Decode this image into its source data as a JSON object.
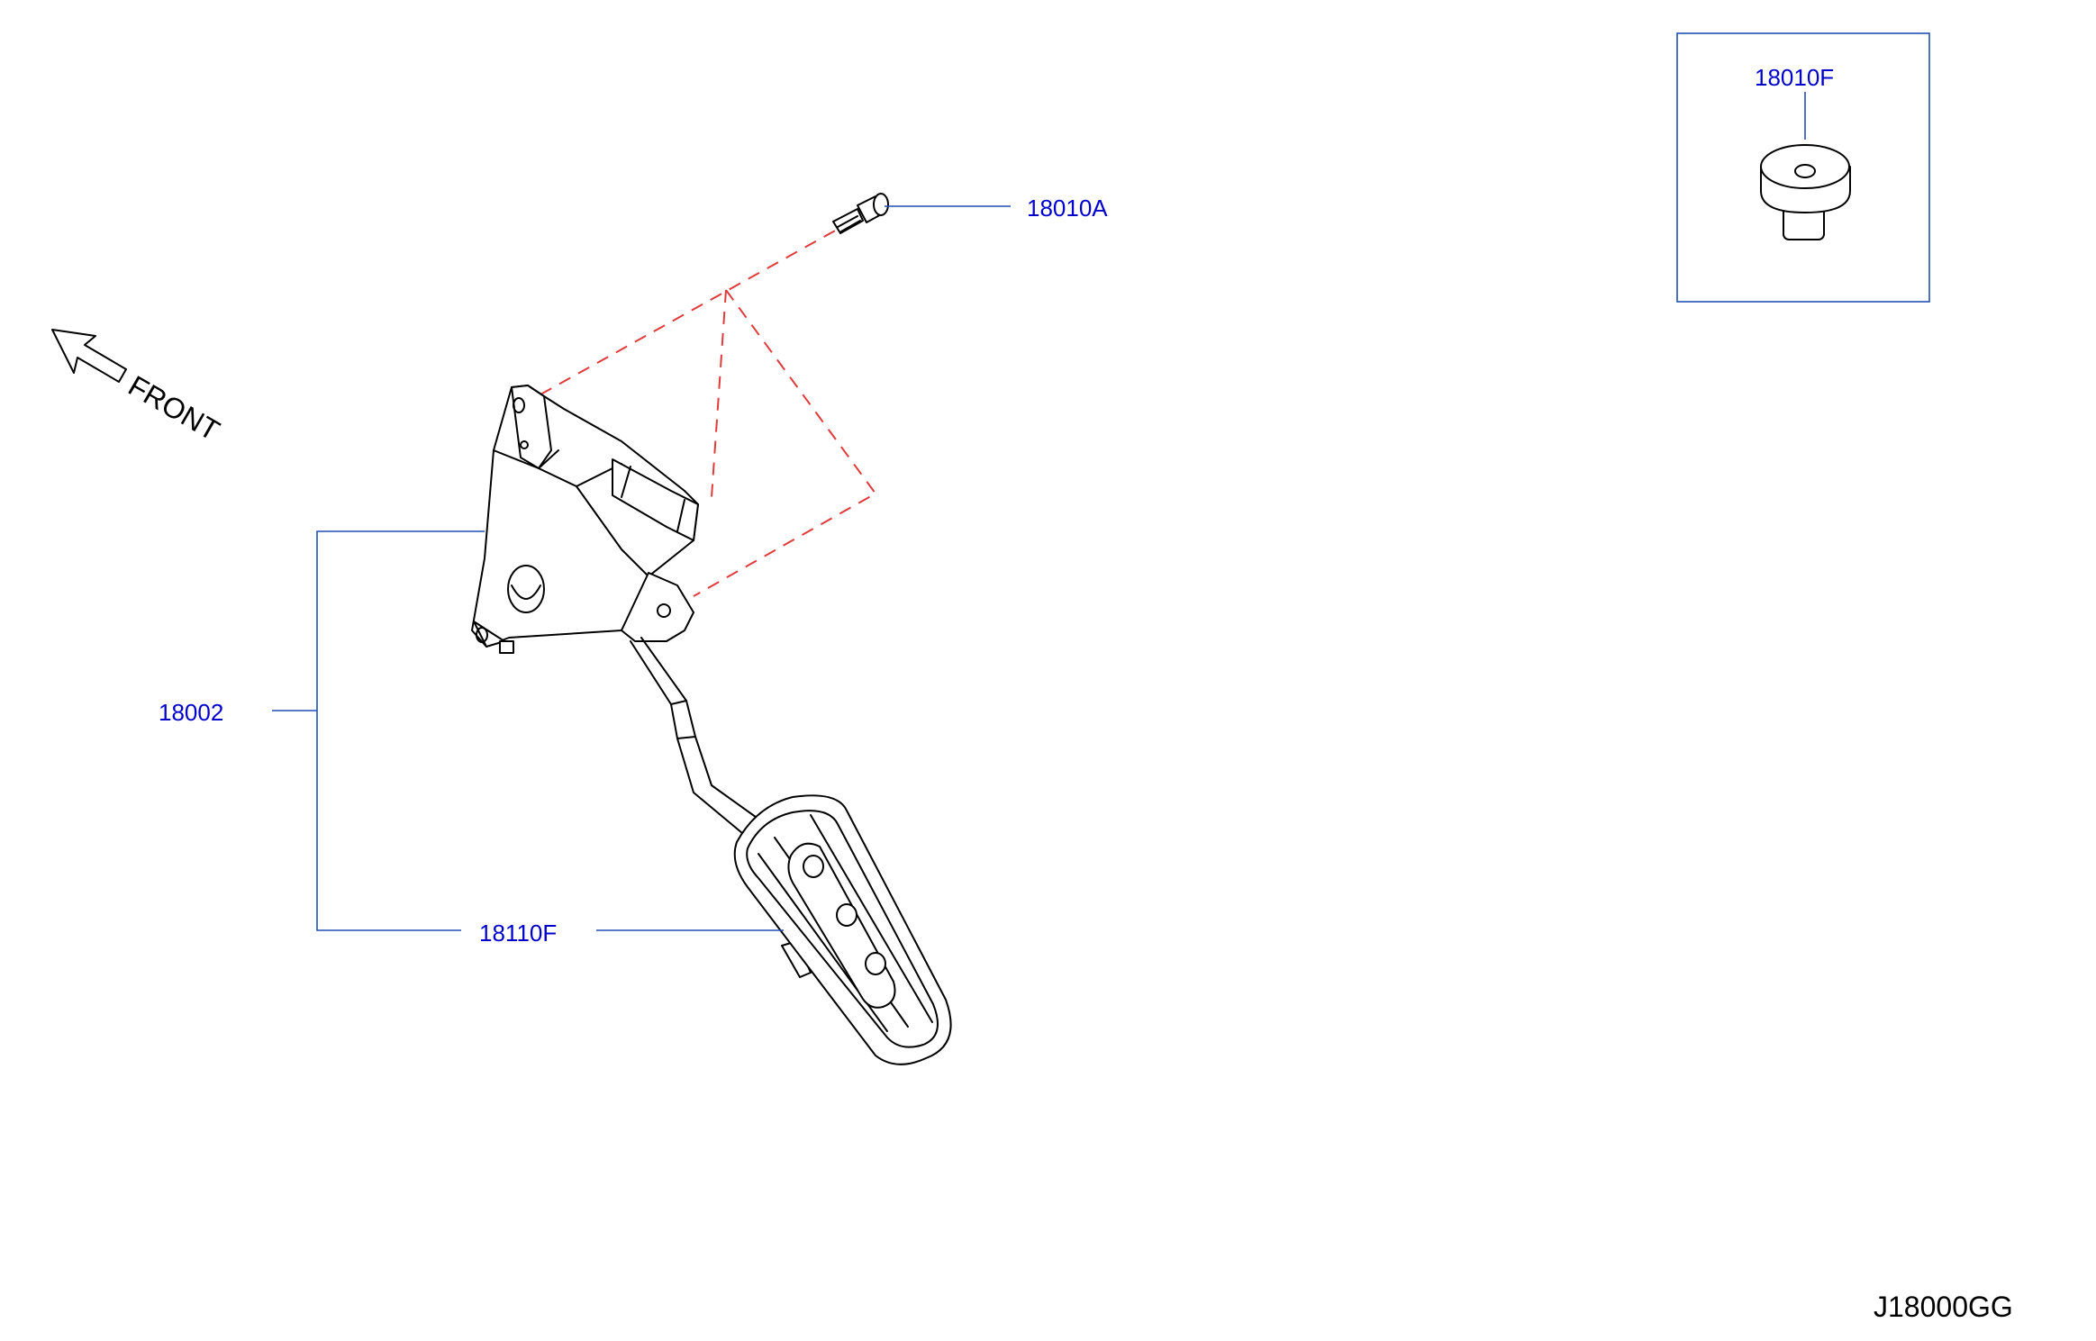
{
  "diagram": {
    "orientation_label": "FRONT",
    "diagram_code": "J18000GG",
    "label_color": "#0000cc",
    "leader_color": "#1f4fb5",
    "dashed_line_color": "#e03a3a",
    "callouts": [
      {
        "part": "18010A"
      },
      {
        "part": "18010F"
      },
      {
        "part": "18002"
      },
      {
        "part": "18110F"
      }
    ]
  }
}
